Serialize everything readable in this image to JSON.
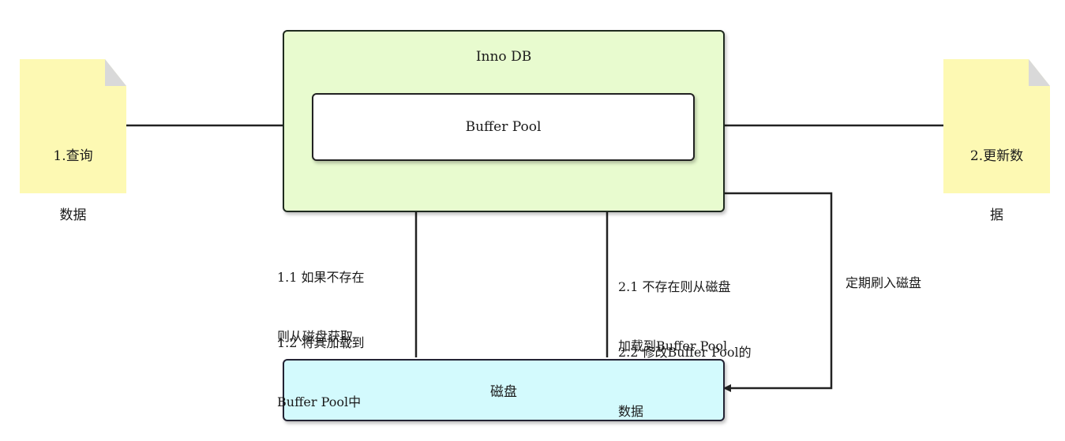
{
  "diagram": {
    "innodb_label": "Inno DB",
    "buffer_pool_label": "Buffer Pool",
    "disk_label": "磁盘",
    "note_query_line1": "1.查询",
    "note_query_line2": "数据",
    "note_update_line1": "2.更新数",
    "note_update_line2": "据",
    "label_1_1_line1": "1.1 如果不存在",
    "label_1_1_line2": "则从磁盘获取",
    "label_1_2_line1": "1.2 将其加载到",
    "label_1_2_line2": "Buffer Pool中",
    "label_2_1_line1": "2.1 不存在则从磁盘",
    "label_2_1_line2": "加载到Buffer Pool",
    "label_2_2_line1": "2.2 修改Buffer Pool的",
    "label_2_2_line2": "数据",
    "label_flush": "定期刷入磁盘"
  },
  "colors": {
    "innodb_fill": "#e8fbcf",
    "disk_fill": "#d3fafd",
    "note_fill": "#fdf9b3",
    "line": "#222222"
  }
}
